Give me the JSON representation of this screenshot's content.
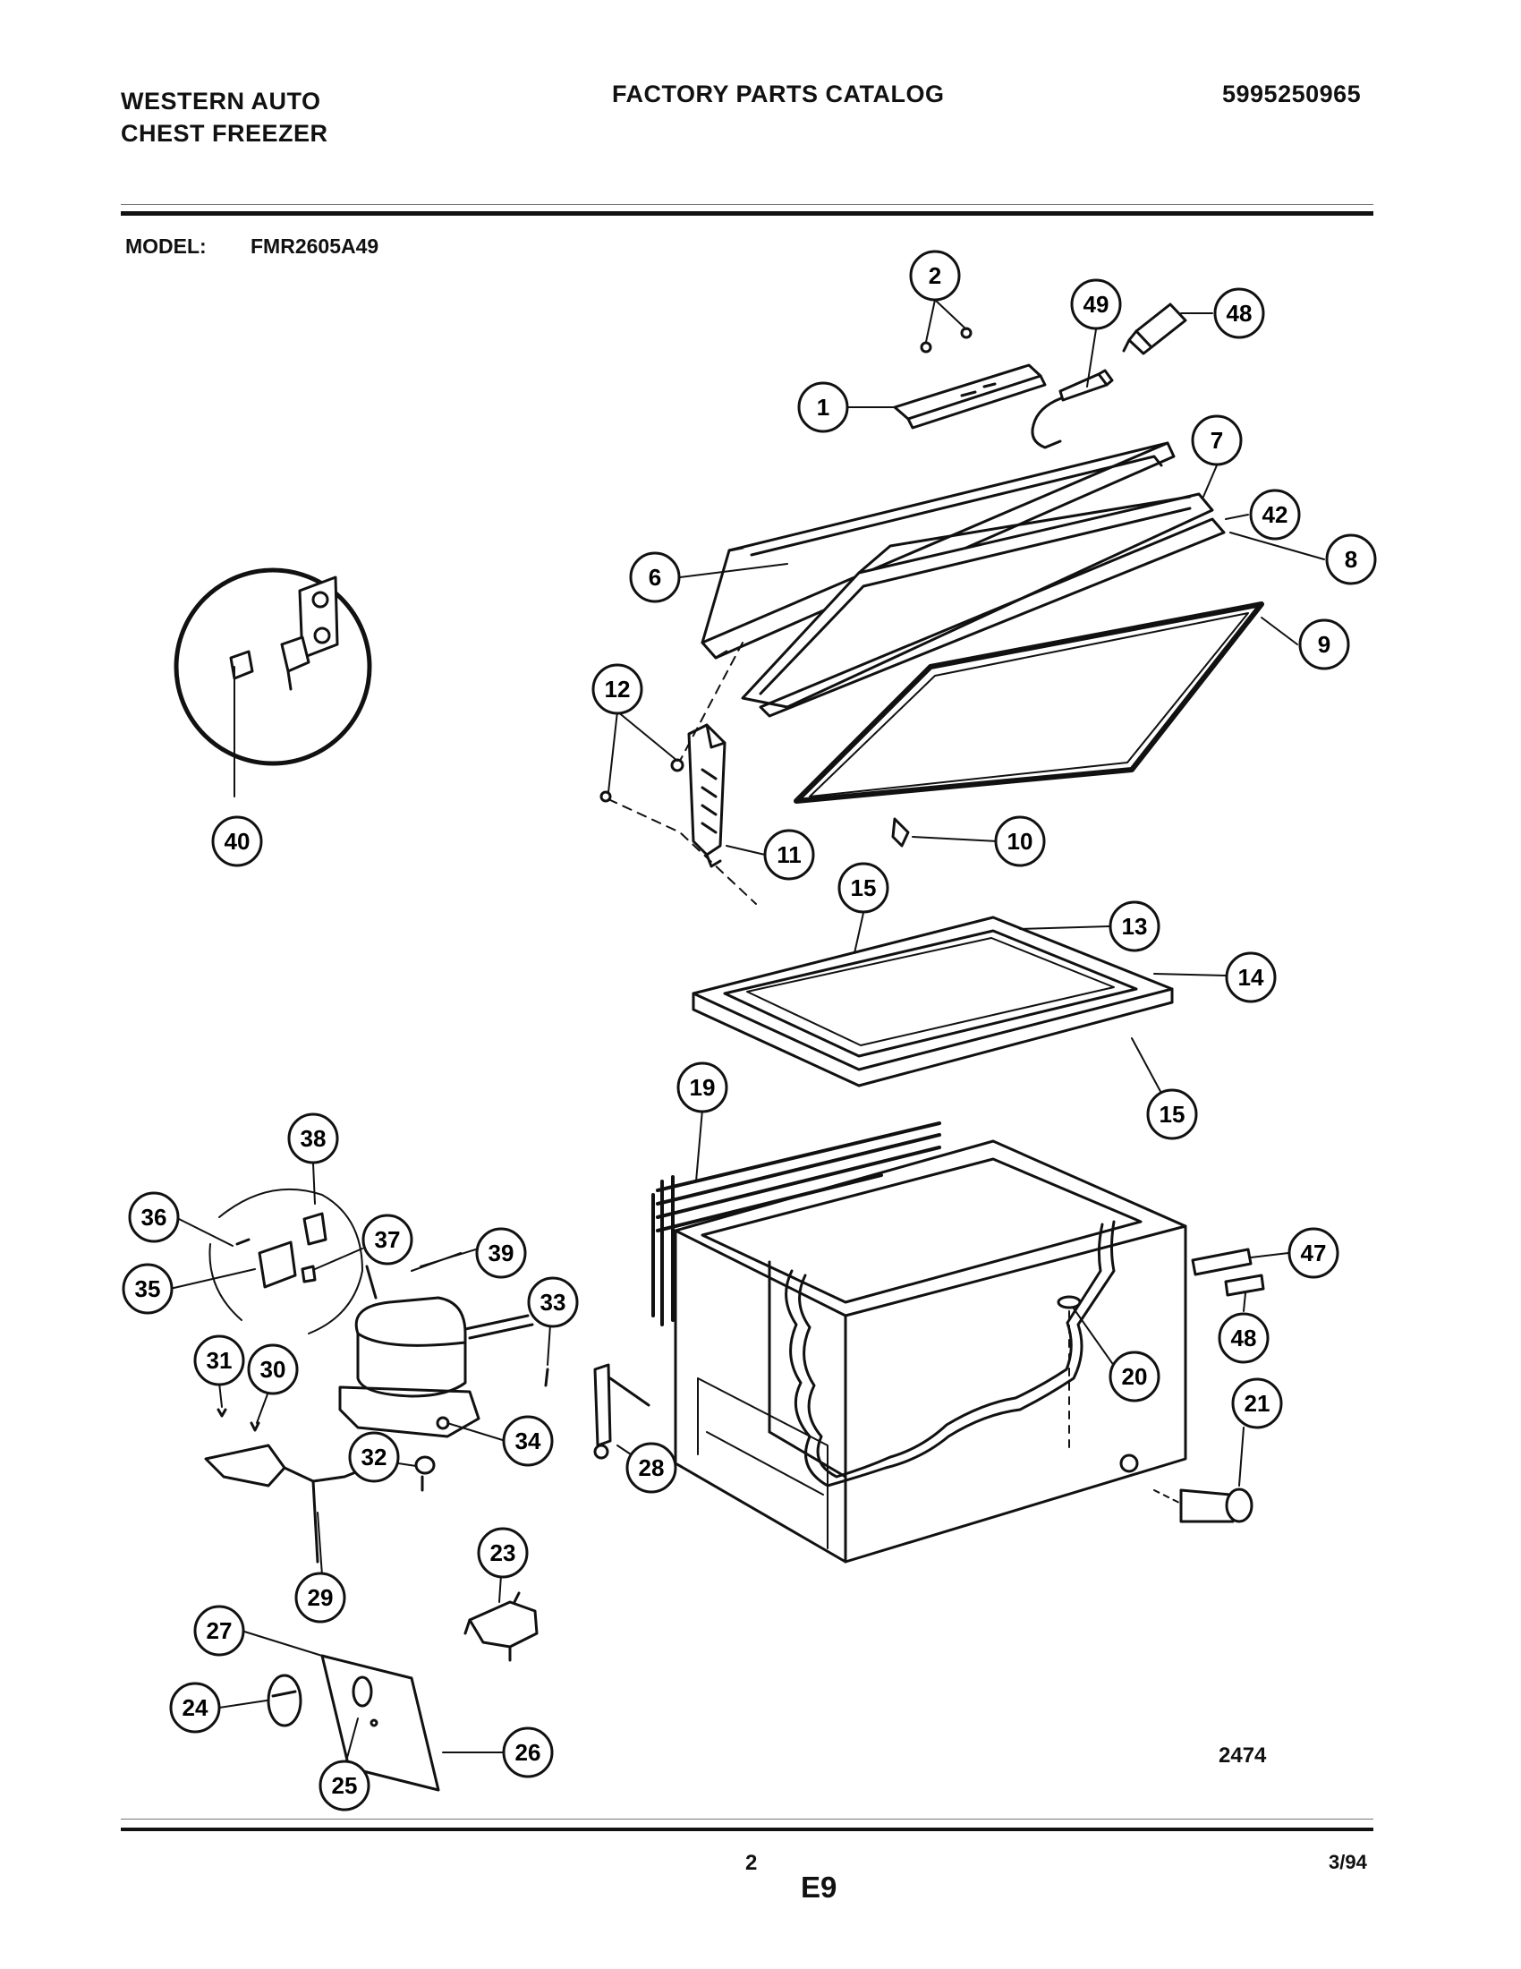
{
  "header": {
    "brand_line1": "WESTERN AUTO",
    "brand_line2": "CHEST FREEZER",
    "catalog_title": "FACTORY PARTS CATALOG",
    "part_number": "5995250965"
  },
  "model": {
    "label": "MODEL:",
    "value": "FMR2605A49"
  },
  "callouts": [
    {
      "num": "1"
    },
    {
      "num": "2"
    },
    {
      "num": "49"
    },
    {
      "num": "48"
    },
    {
      "num": "7"
    },
    {
      "num": "42"
    },
    {
      "num": "8"
    },
    {
      "num": "6"
    },
    {
      "num": "9"
    },
    {
      "num": "12"
    },
    {
      "num": "11"
    },
    {
      "num": "10"
    },
    {
      "num": "15"
    },
    {
      "num": "13"
    },
    {
      "num": "14"
    },
    {
      "num": "15"
    },
    {
      "num": "40"
    },
    {
      "num": "19"
    },
    {
      "num": "38"
    },
    {
      "num": "36"
    },
    {
      "num": "37"
    },
    {
      "num": "39"
    },
    {
      "num": "35"
    },
    {
      "num": "33"
    },
    {
      "num": "31"
    },
    {
      "num": "30"
    },
    {
      "num": "34"
    },
    {
      "num": "32"
    },
    {
      "num": "29"
    },
    {
      "num": "23"
    },
    {
      "num": "27"
    },
    {
      "num": "24"
    },
    {
      "num": "25"
    },
    {
      "num": "26"
    },
    {
      "num": "28"
    },
    {
      "num": "47"
    },
    {
      "num": "48"
    },
    {
      "num": "20"
    },
    {
      "num": "21"
    }
  ],
  "drawing_number": "2474",
  "footer": {
    "page": "2",
    "section": "E9",
    "date": "3/94"
  }
}
